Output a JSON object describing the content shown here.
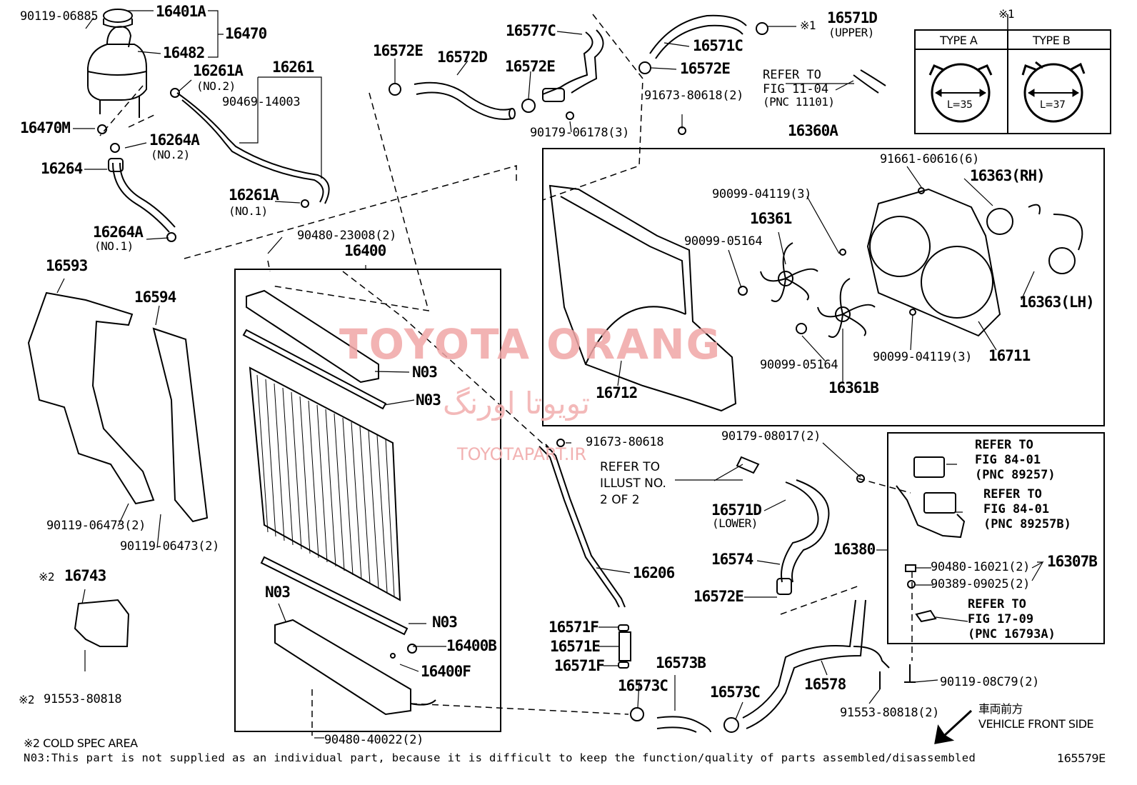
{
  "diagram": {
    "parts": [
      {
        "id": "p-90119-06885",
        "text": "90119-06885"
      },
      {
        "id": "p-16401A",
        "text": "16401A"
      },
      {
        "id": "p-16470",
        "text": "16470"
      },
      {
        "id": "p-16482",
        "text": "16482"
      },
      {
        "id": "p-16261A-top",
        "text": "16261A"
      },
      {
        "id": "p-16261",
        "text": "16261"
      },
      {
        "id": "p-90469-14003",
        "text": "90469-14003"
      },
      {
        "id": "p-16470M",
        "text": "16470M"
      },
      {
        "id": "p-16264A-no2",
        "text": "16264A"
      },
      {
        "id": "p-16264",
        "text": "16264"
      },
      {
        "id": "p-16261A-no1",
        "text": "16261A"
      },
      {
        "id": "p-16264A-no1",
        "text": "16264A"
      },
      {
        "id": "p-16572E-a",
        "text": "16572E"
      },
      {
        "id": "p-16572D",
        "text": "16572D"
      },
      {
        "id": "p-16577C",
        "text": "16577C"
      },
      {
        "id": "p-16572E-b",
        "text": "16572E"
      },
      {
        "id": "p-90179-06178",
        "text": "90179-06178(3)"
      },
      {
        "id": "p-16571C",
        "text": "16571C"
      },
      {
        "id": "p-16572E-c",
        "text": "16572E"
      },
      {
        "id": "p-16571D-upper",
        "text": "16571D"
      },
      {
        "id": "p-91673-80618-2",
        "text": "91673-80618(2)"
      },
      {
        "id": "p-16360A",
        "text": "16360A"
      },
      {
        "id": "p-91661-60616",
        "text": "91661-60616(6)"
      },
      {
        "id": "p-16363RH",
        "text": "16363(RH)"
      },
      {
        "id": "p-90099-04119-a",
        "text": "90099-04119(3)"
      },
      {
        "id": "p-16361",
        "text": "16361"
      },
      {
        "id": "p-90099-05164-a",
        "text": "90099-05164"
      },
      {
        "id": "p-16363LH",
        "text": "16363(LH)"
      },
      {
        "id": "p-90099-05164-b",
        "text": "90099-05164"
      },
      {
        "id": "p-90099-04119-b",
        "text": "90099-04119(3)"
      },
      {
        "id": "p-16711",
        "text": "16711"
      },
      {
        "id": "p-16712",
        "text": "16712"
      },
      {
        "id": "p-16361B",
        "text": "16361B"
      },
      {
        "id": "p-90480-23008",
        "text": "90480-23008(2)"
      },
      {
        "id": "p-16400",
        "text": "16400"
      },
      {
        "id": "p-16593",
        "text": "16593"
      },
      {
        "id": "p-16594",
        "text": "16594"
      },
      {
        "id": "p-N03-a",
        "text": "N03"
      },
      {
        "id": "p-N03-b",
        "text": "N03"
      },
      {
        "id": "p-91673-80618",
        "text": "91673-80618"
      },
      {
        "id": "p-90179-08017",
        "text": "90179-08017(2)"
      },
      {
        "id": "p-90119-06473-a",
        "text": "90119-06473(2)"
      },
      {
        "id": "p-90119-06473-b",
        "text": "90119-06473(2)"
      },
      {
        "id": "p-16571D-lower",
        "text": "16571D"
      },
      {
        "id": "p-16574",
        "text": "16574"
      },
      {
        "id": "p-16380",
        "text": "16380"
      },
      {
        "id": "p-16307B",
        "text": "16307B"
      },
      {
        "id": "p-90480-16021",
        "text": "90480-16021(2)"
      },
      {
        "id": "p-90389-09025",
        "text": "90389-09025(2)"
      },
      {
        "id": "p-16206",
        "text": "16206"
      },
      {
        "id": "p-16743",
        "text": "16743"
      },
      {
        "id": "p-N03-c",
        "text": "N03"
      },
      {
        "id": "p-16572E-d",
        "text": "16572E"
      },
      {
        "id": "p-N03-d",
        "text": "N03"
      },
      {
        "id": "p-16571F-a",
        "text": "16571F"
      },
      {
        "id": "p-16571E",
        "text": "16571E"
      },
      {
        "id": "p-16571F-b",
        "text": "16571F"
      },
      {
        "id": "p-16400B",
        "text": "16400B"
      },
      {
        "id": "p-16400F",
        "text": "16400F"
      },
      {
        "id": "p-16573B",
        "text": "16573B"
      },
      {
        "id": "p-16573C-a",
        "text": "16573C"
      },
      {
        "id": "p-16573C-b",
        "text": "16573C"
      },
      {
        "id": "p-16578",
        "text": "16578"
      },
      {
        "id": "p-91553-80818-a",
        "text": "91553-80818"
      },
      {
        "id": "p-90119-08C79",
        "text": "90119-08C79(2)"
      },
      {
        "id": "p-91553-80818-b",
        "text": "91553-80818(2)"
      },
      {
        "id": "p-90480-40022",
        "text": "90480-40022(2)"
      }
    ],
    "small_notes": {
      "no2_a": "(NO.2)",
      "no2_b": "(NO.2)",
      "no1_a": "(NO.1)",
      "no1_b": "(NO.1)",
      "upper": "(UPPER)",
      "lower": "(LOWER)",
      "mark1": "※1",
      "mark2_a": "※2",
      "mark2_b": "※2"
    },
    "refer_notes": {
      "fig11": [
        "REFER TO",
        "FIG 11-04",
        "(PNC 11101)"
      ],
      "illust": [
        "REFER TO",
        "ILLUST NO.",
        "2 OF 2"
      ],
      "fig84a": [
        "REFER TO",
        "FIG 84-01",
        "(PNC 89257)"
      ],
      "fig84b": [
        "REFER TO",
        "FIG 84-01",
        "(PNC 89257B)"
      ],
      "fig17": [
        "REFER TO",
        "FIG 17-09",
        "(PNC 16793A)"
      ]
    },
    "type_box": {
      "mark": "※1",
      "type_a": "TYPE A",
      "type_b": "TYPE B",
      "len_a": "L=35",
      "len_b": "L=37"
    },
    "vehicle_front": {
      "jp": "車両前方",
      "en": "VEHICLE FRONT SIDE"
    },
    "footnotes": {
      "cold": "※2 COLD SPEC AREA",
      "n03": "N03:This part is not supplied as an individual part, because it is difficult to keep the function/quality of parts assembled/disassembled"
    },
    "figure_id": "165579E",
    "watermark": {
      "latin": "TOYOTA ORANG",
      "persian": "تویوتا اورنگ",
      "site": "TOYOTAPART.IR"
    }
  }
}
